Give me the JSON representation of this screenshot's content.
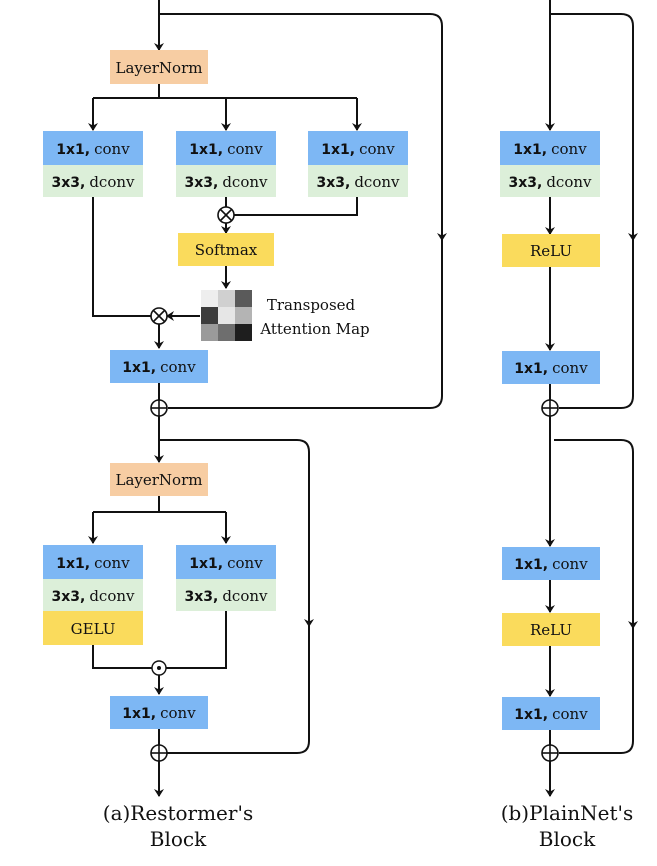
{
  "colors": {
    "conv": "#7db7f4",
    "dconv": "#dcefd9",
    "norm": "#f7cda3",
    "act": "#fadb5c",
    "line": "#111111"
  },
  "labels": {
    "layernorm": "LayerNorm",
    "conv_1x1_bold": "1x1,",
    "conv_1x1_rest": "conv",
    "dconv_3x3_bold": "3x3,",
    "dconv_3x3_rest": "dconv",
    "softmax": "Softmax",
    "relu": "ReLU",
    "gelu": "GELU",
    "attention_map_line1": "Transposed",
    "attention_map_line2": "Attention Map"
  },
  "attention_map_shades": [
    "#eeeeee",
    "#d0d0d0",
    "#5a5a5a",
    "#3c3c3c",
    "#e6e6e6",
    "#b4b4b4",
    "#9a9a9a",
    "#6e6e6e",
    "#1e1e1e"
  ],
  "captions": {
    "restormer_line1": "(a)Restormer's",
    "restormer_line2": "Block",
    "plainnet_line1": "(b)PlainNet's",
    "plainnet_line2": "Block"
  }
}
